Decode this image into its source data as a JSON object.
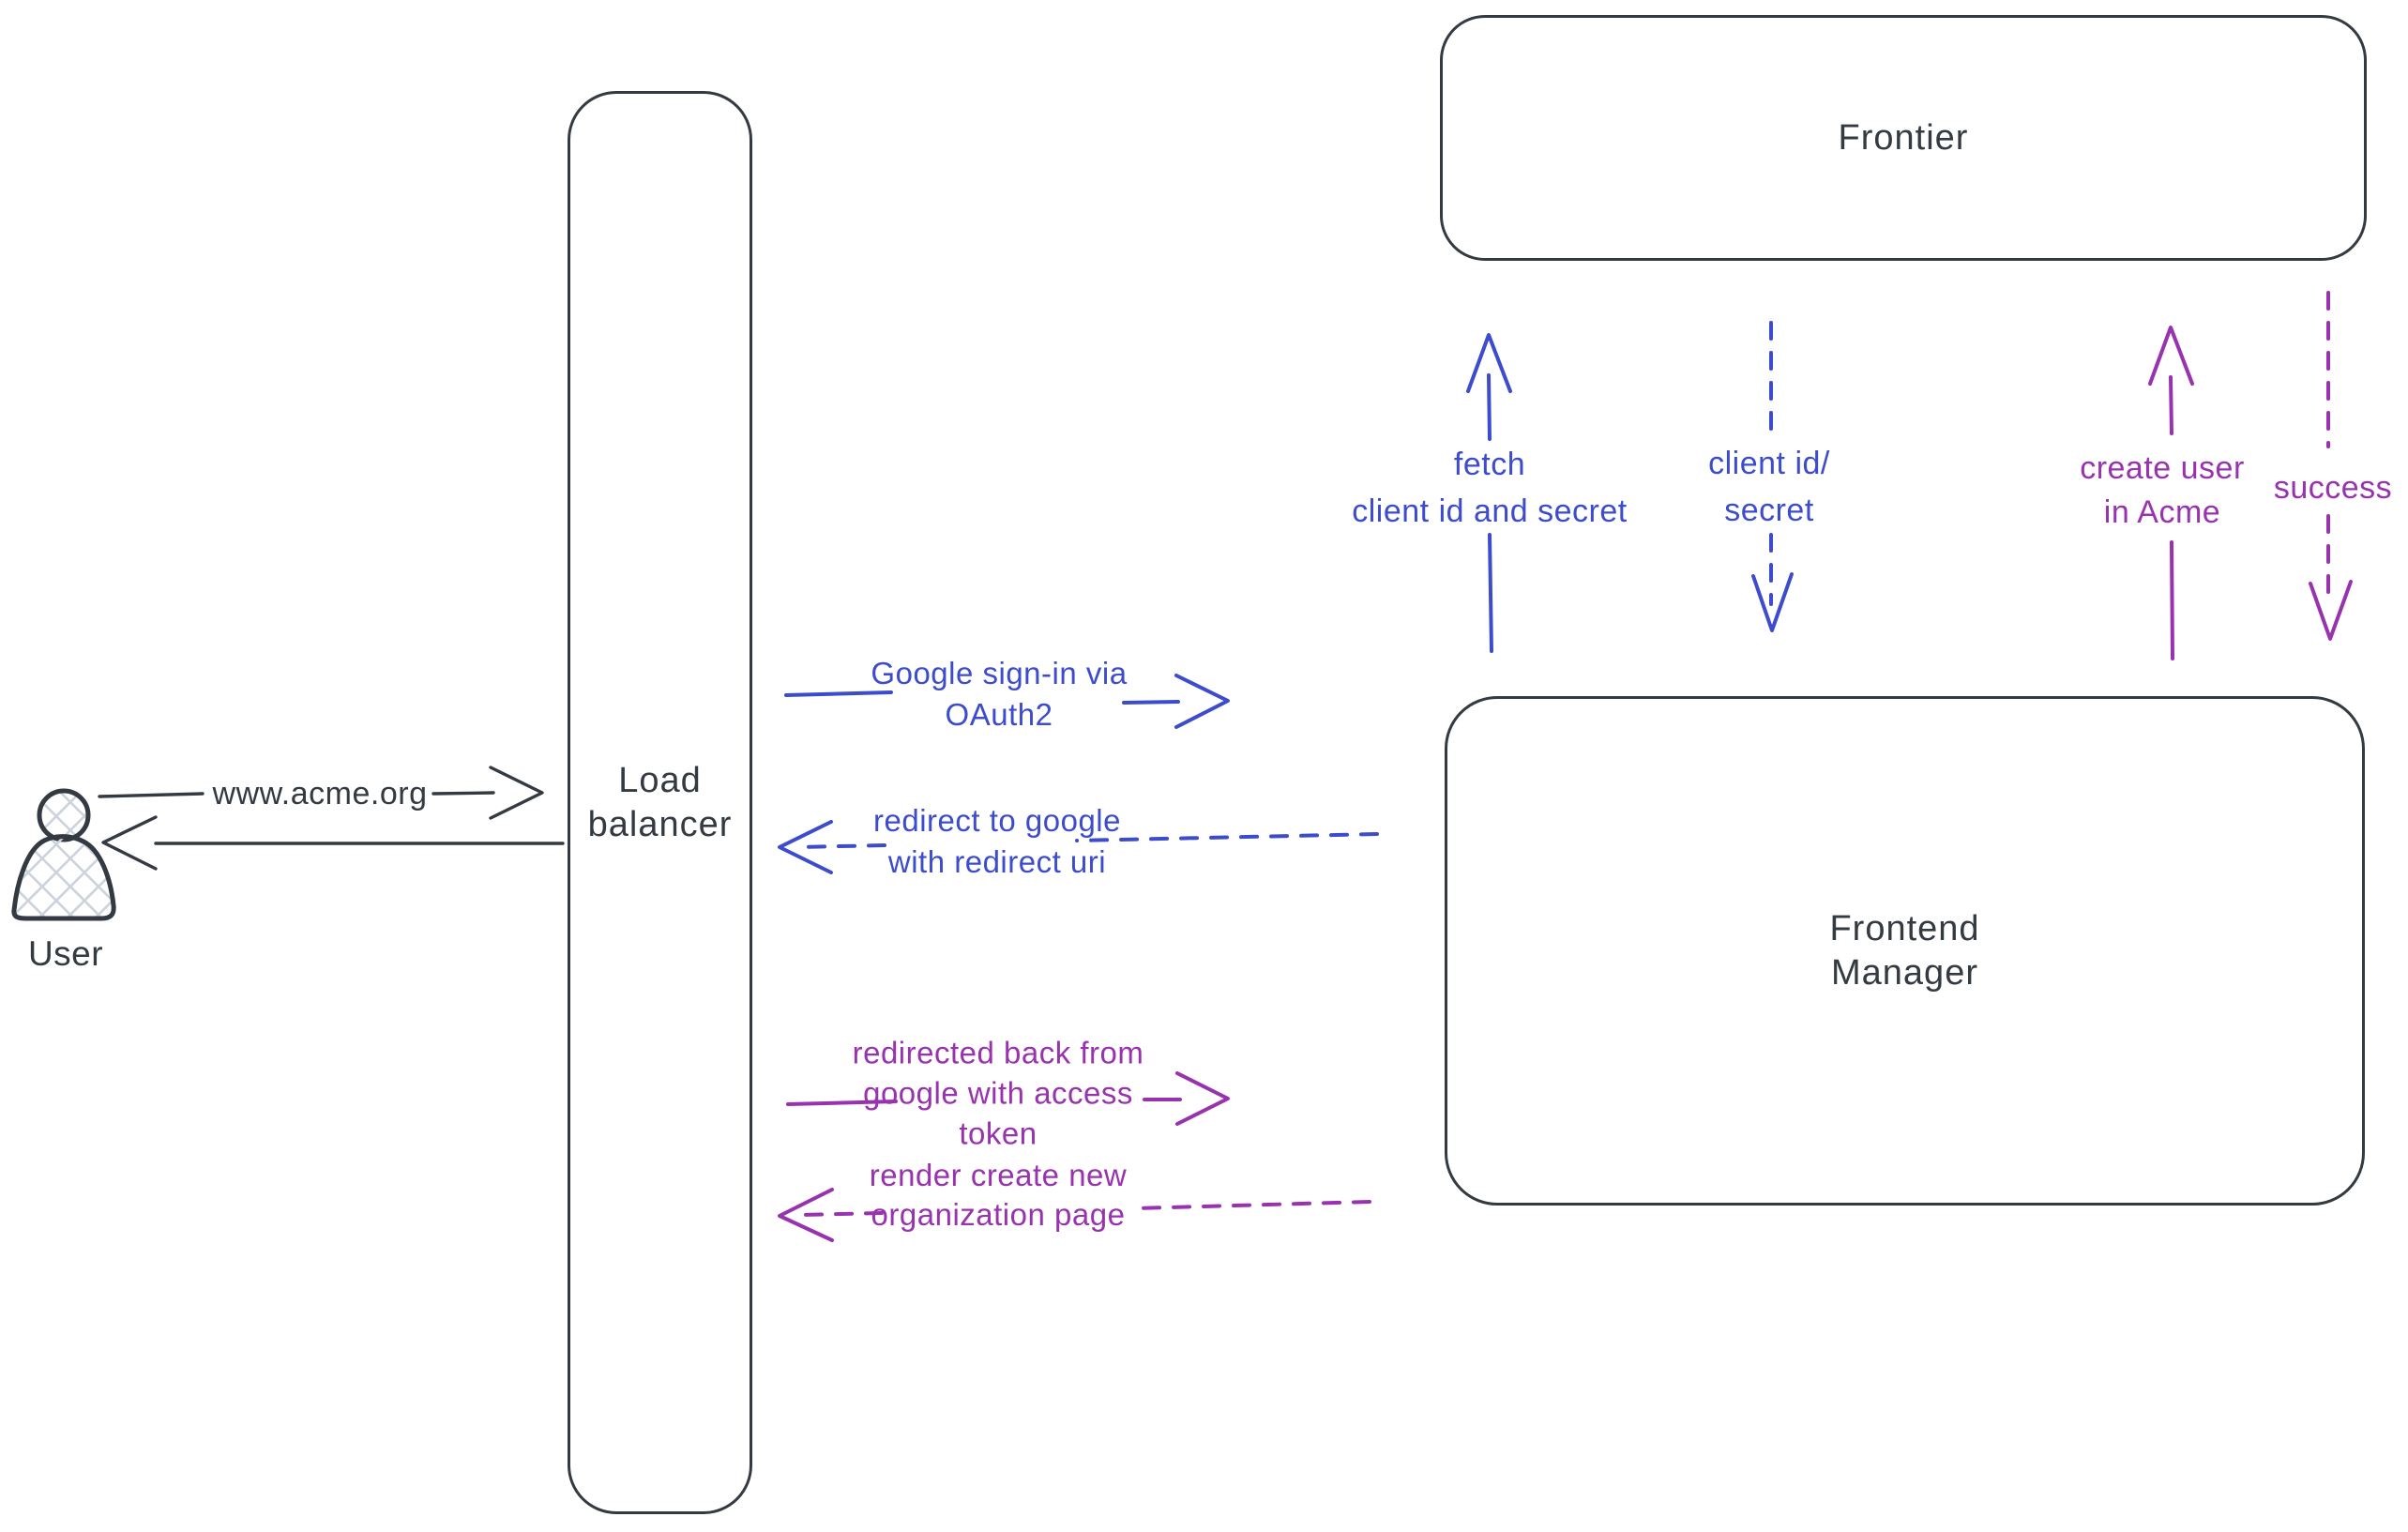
{
  "colors": {
    "ink": "#343a42",
    "blue": "#3c4ccd",
    "purple": "#9832ae",
    "hatch": "#ccd3dc",
    "background": "#ffffff"
  },
  "nodes": {
    "user": {
      "label": "User",
      "type": "actor"
    },
    "load_balancer": {
      "label": "Load\nbalancer",
      "type": "box"
    },
    "frontier": {
      "label": "Frontier",
      "type": "box"
    },
    "frontend_manager": {
      "label": "Frontend\nManager",
      "type": "box"
    }
  },
  "arrows": {
    "www_acme": {
      "label": "www.acme.org",
      "style": "solid",
      "color": "ink",
      "direction": "right"
    },
    "response_to_user": {
      "label": "",
      "style": "solid",
      "color": "ink",
      "direction": "left"
    },
    "google_signin": {
      "label": "Google sign-in via\nOAuth2",
      "style": "solid",
      "color": "blue",
      "direction": "right"
    },
    "redirect_to_google": {
      "label": "redirect to google\nwith redirect uri",
      "style": "dashed",
      "color": "blue",
      "direction": "left"
    },
    "redirected_back": {
      "label": "redirected back from\ngoogle with access\ntoken",
      "style": "solid",
      "color": "purple",
      "direction": "right"
    },
    "render_org_page": {
      "label": "render create new\norganization page",
      "style": "dashed",
      "color": "purple",
      "direction": "left"
    },
    "fetch_client_id": {
      "label": "fetch\nclient id and secret",
      "style": "solid",
      "color": "blue",
      "direction": "up"
    },
    "client_id_secret": {
      "label": "client id/\nsecret",
      "style": "dashed",
      "color": "blue",
      "direction": "down"
    },
    "create_user": {
      "label": "create user\nin Acme",
      "style": "solid",
      "color": "purple",
      "direction": "up"
    },
    "success": {
      "label": "success",
      "style": "dashed",
      "color": "purple",
      "direction": "down"
    }
  }
}
